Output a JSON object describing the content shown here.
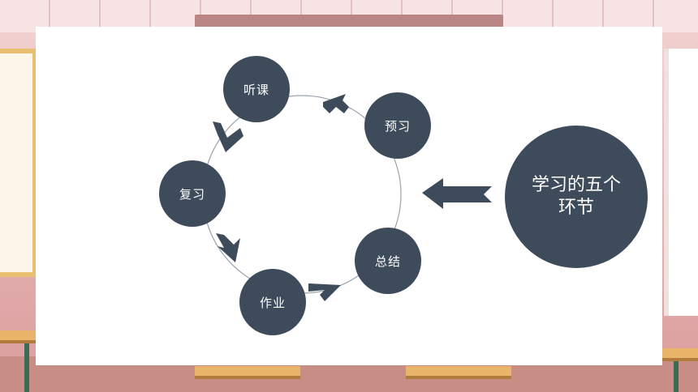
{
  "diagram": {
    "center_title": "学习的五个环节",
    "nodes": [
      {
        "key": "tingke",
        "label": "听课"
      },
      {
        "key": "yuxi",
        "label": "预习"
      },
      {
        "key": "fuxi",
        "label": "复习"
      },
      {
        "key": "zongjie",
        "label": "总结"
      },
      {
        "key": "zuoye",
        "label": "作业"
      }
    ]
  },
  "colors": {
    "node_fill": "#3e4b5a",
    "arrow": "#3e4b5a",
    "ring": "#9aa3ad",
    "card": "#ffffff"
  }
}
